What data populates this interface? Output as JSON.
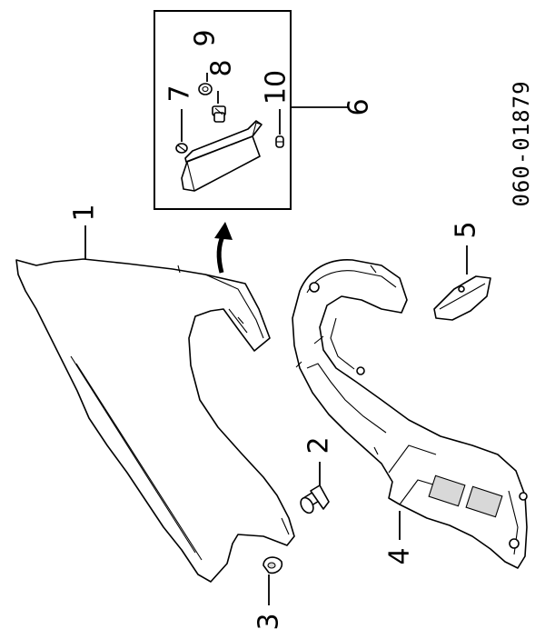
{
  "diagram": {
    "reference_code": "060-01879",
    "callouts": {
      "c1": "1",
      "c2": "2",
      "c3": "3",
      "c4": "4",
      "c5": "5",
      "c6": "6",
      "c7": "7",
      "c8": "8",
      "c9": "9",
      "c10": "10"
    }
  }
}
